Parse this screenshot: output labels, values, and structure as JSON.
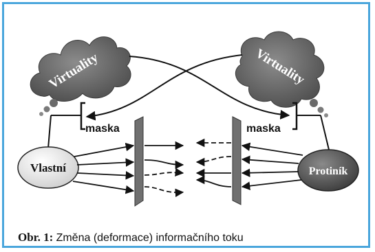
{
  "diagram": {
    "cloud_left_label": "Virtuality",
    "cloud_right_label": "Virtuality",
    "mask_left_label": "maska",
    "mask_right_label": "maska",
    "node_self_label": "Vlastní",
    "node_other_label": "Protiník"
  },
  "caption": {
    "prefix": "Obr. 1:",
    "text": "Změna (deformace) informačního toku"
  },
  "colors": {
    "frame_border": "#4aa6dc",
    "cloud_fill": "#6b6b6b",
    "self_fill": "#e6e6e6",
    "other_fill": "#5a5a5a",
    "mask_fill": "#707070"
  }
}
